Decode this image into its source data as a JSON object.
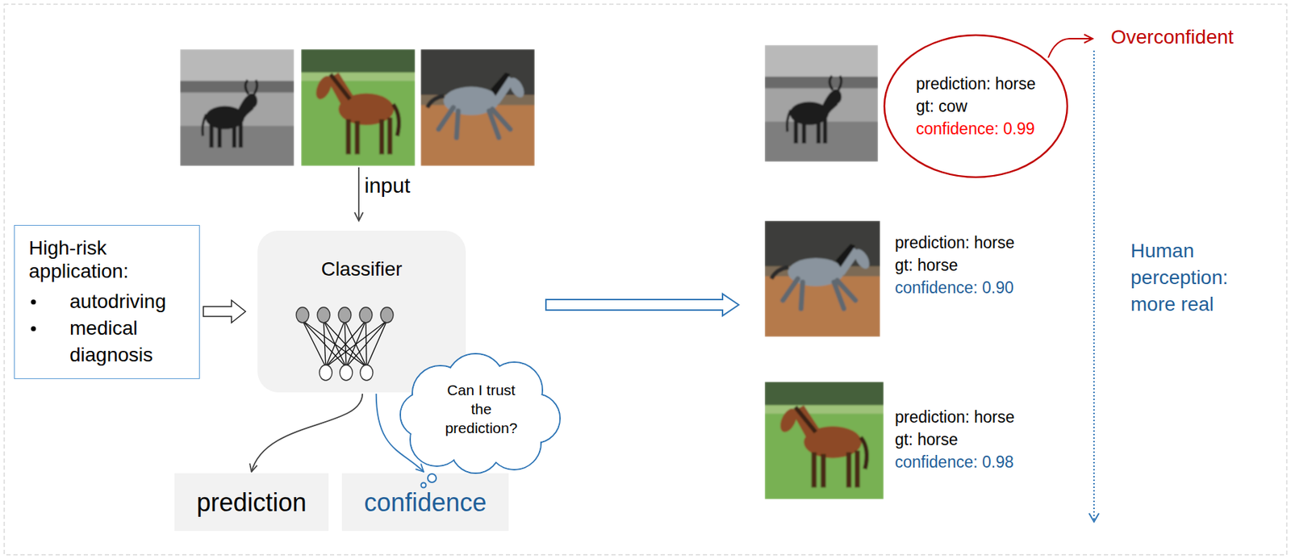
{
  "diagram": {
    "nodes": [
      {
        "text": [
          "High-risk application:",
          "autodriving",
          "medical diagnosis"
        ]
      },
      {
        "text": [
          "Classifier"
        ]
      },
      {
        "text": [
          "prediction"
        ]
      },
      {
        "text": [
          "confidence"
        ]
      },
      {
        "text": [
          "Can I trust the prediction?"
        ]
      },
      {
        "text": [
          "prediction: horse",
          "gt: cow",
          "confidence: 0.99"
        ]
      }
    ],
    "edges": [
      {
        "from": 0,
        "to": 1,
        "arrow": "to"
      },
      {
        "from": 1,
        "to": 2,
        "arrow": "to"
      },
      {
        "from": 1,
        "to": 3,
        "arrow": "to"
      }
    ],
    "labels": [
      "input",
      "Overconfident",
      "prediction: horse",
      "gt: horse",
      "confidence: 0.90",
      "Human perception: more real",
      "prediction: horse",
      "gt: horse",
      "confidence: 0.98"
    ]
  }
}
